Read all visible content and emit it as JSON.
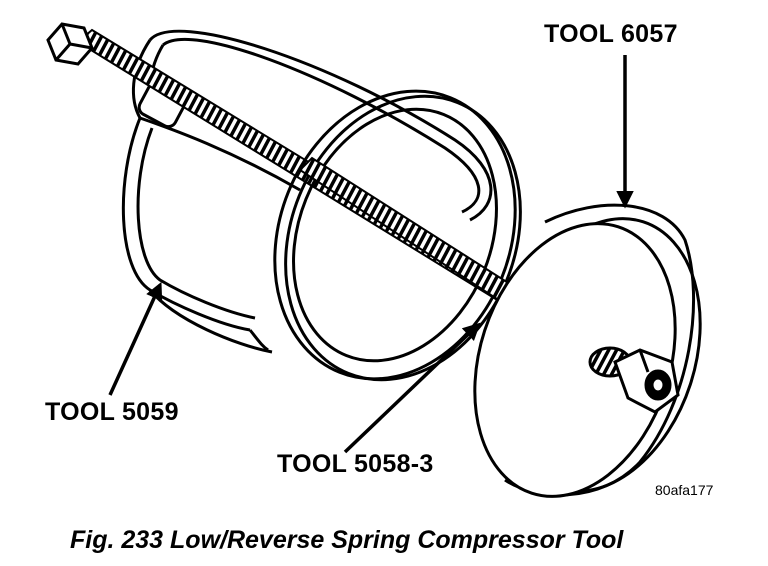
{
  "labels": {
    "tool_6057": "TOOL 6057",
    "tool_5059": "TOOL 5059",
    "tool_5058_3": "TOOL 5058-3",
    "image_code": "80afa177"
  },
  "caption": "Fig. 233 Low/Reverse Spring Compressor Tool",
  "colors": {
    "ink": "#000000",
    "paper": "#ffffff"
  }
}
